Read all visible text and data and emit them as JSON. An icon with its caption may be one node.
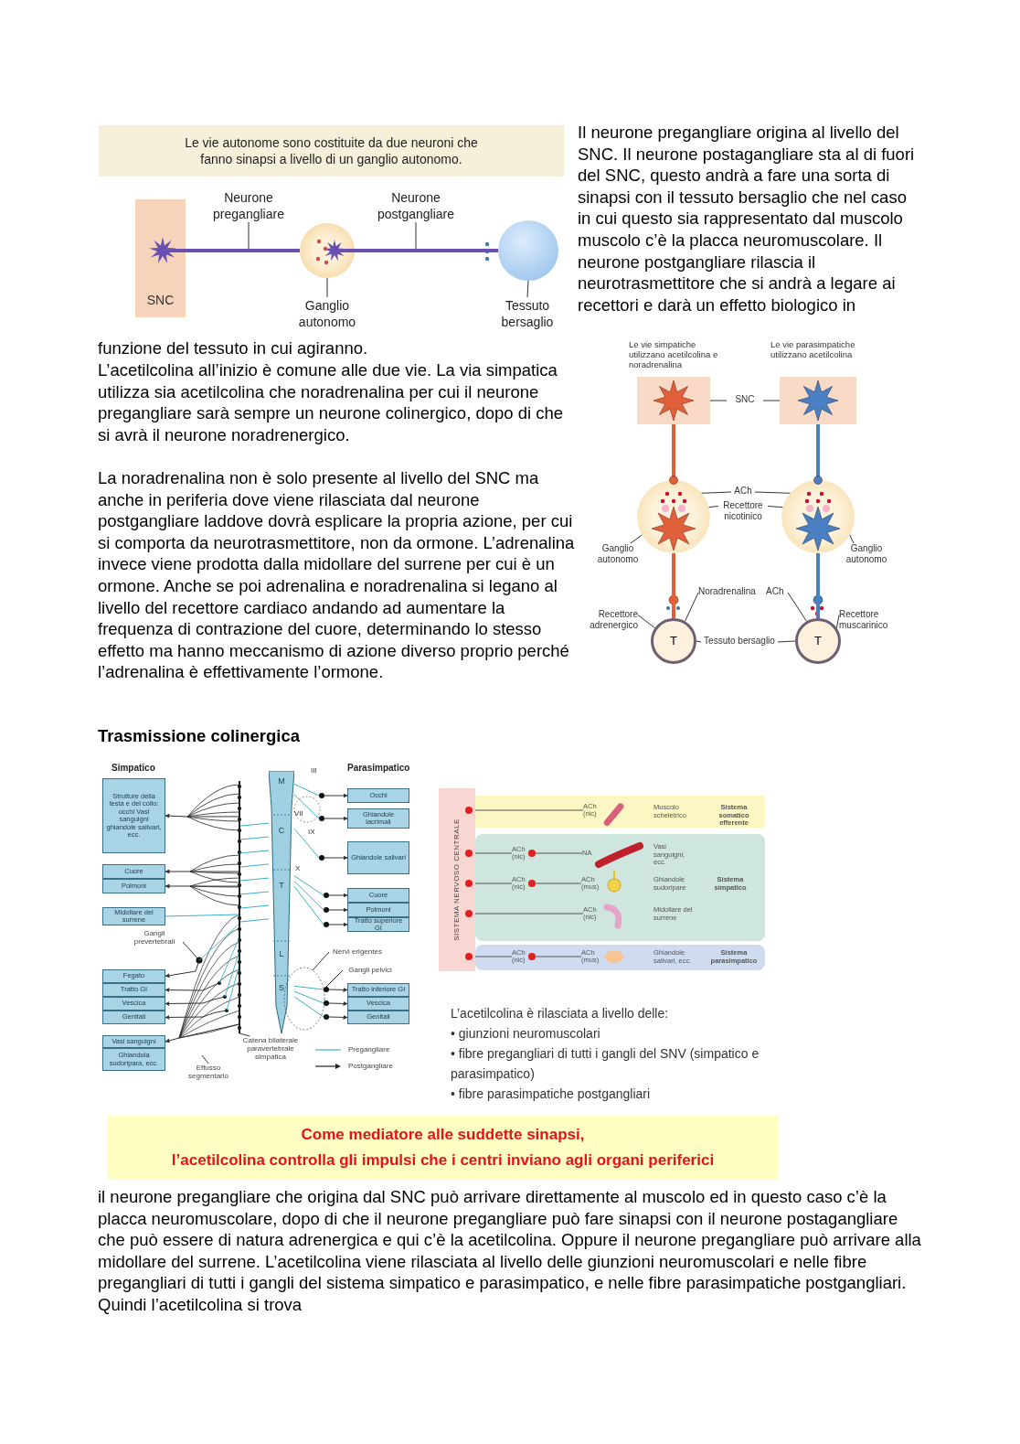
{
  "diagram": {
    "nodes": [
      {
        "text": [
          "Le vie autonome sono costituite da due neuroni che fanno sinapsi a livello di un ganglio autonomo."
        ]
      },
      {
        "text": [
          "SNC"
        ]
      },
      {
        "text": [],
        "shape": "circle"
      },
      {
        "text": [],
        "shape": "circle"
      },
      {
        "text": [
          "Neurone pregangliare"
        ]
      },
      {
        "text": [
          "Neurone postgangliare"
        ]
      },
      {
        "text": [
          "Ganglio autonomo"
        ]
      },
      {
        "text": [
          "Tessuto bersaglio"
        ]
      },
      {
        "text": [],
        "shape": "box"
      },
      {
        "text": [],
        "shape": "box"
      },
      {
        "text": [
          "SNC"
        ]
      },
      {
        "text": [],
        "shape": "circle"
      },
      {
        "text": [],
        "shape": "circle"
      },
      {
        "text": [
          "ACh"
        ]
      },
      {
        "text": [
          "Recettore nicotinico"
        ]
      },
      {
        "text": [
          "Ganglio autonomo"
        ]
      },
      {
        "text": [
          "Ganglio autonomo"
        ]
      },
      {
        "text": [
          "Noradrenalina"
        ]
      },
      {
        "text": [
          "ACh"
        ]
      },
      {
        "text": [
          "Recettore adrenergico"
        ]
      },
      {
        "text": [
          "Recettore muscarinico"
        ]
      },
      {
        "text": [
          "T"
        ]
      },
      {
        "text": [
          "T"
        ]
      },
      {
        "text": [
          "Tessuto bersaglio"
        ]
      },
      {
        "text": [
          "Strutture della testa e del collo: occhi Vasi sanguigni ghiandole salivari, ecc."
        ]
      },
      {
        "text": [
          "Cuore"
        ]
      },
      {
        "text": [
          "Polmoni"
        ]
      },
      {
        "text": [
          "Midollare del surrene"
        ]
      },
      {
        "text": [
          "Fegato"
        ]
      },
      {
        "text": [
          "Tratto GI"
        ]
      },
      {
        "text": [
          "Vescica"
        ]
      },
      {
        "text": [
          "Genitali"
        ]
      },
      {
        "text": [
          "Vasi sanguigni"
        ]
      },
      {
        "text": [
          "Ghiandola sudoripara, ecc."
        ]
      },
      {
        "text": [
          "M",
          "C",
          "T",
          "L",
          "S"
        ]
      },
      {
        "text": [
          "Occhi"
        ]
      },
      {
        "text": [
          "Ghiandole lacrimali"
        ]
      },
      {
        "text": [
          "Ghiandole salivari"
        ]
      },
      {
        "text": [
          "Cuore"
        ]
      },
      {
        "text": [
          "Polmoni"
        ]
      },
      {
        "text": [
          "Tratto superiore GI"
        ]
      },
      {
        "text": [
          "Tratto inferiore GI"
        ]
      },
      {
        "text": [
          "Vescica"
        ]
      },
      {
        "text": [
          "Genitali"
        ]
      },
      {
        "text": [
          "Gangli prevertebrali"
        ]
      },
      {
        "text": [
          "Catena bilaterale paravertebrale simpatica"
        ]
      },
      {
        "text": [
          "Effusso segmentario"
        ]
      },
      {
        "text": [
          "Nervi erigentes"
        ]
      },
      {
        "text": [
          "Gangli pelvici"
        ]
      },
      {
        "text": [
          "SISTEMA NERVOSO CENTRALE"
        ]
      },
      {
        "text": [
          "Muscolo scheletrico",
          "Sistema somatico efferente"
        ]
      },
      {
        "text": [
          "Vasi sanguigni, ecc.",
          "Ghiandole sudoripare",
          "Sistema simpatico",
          "Midollare del surrene"
        ]
      },
      {
        "text": [
          "Ghiandole salivari, ecc.",
          "Sistema parasimpatico"
        ]
      },
      {
        "text": [
          "ACh (nic)"
        ],
        "in": 50
      },
      {
        "text": [
          "ACh (nic)"
        ],
        "in": 51
      },
      {
        "text": [],
        "shape": "circle",
        "in": 51
      },
      {
        "text": [
          "NA"
        ],
        "in": 51
      },
      {
        "text": [
          "ACh (nic)"
        ],
        "in": 51
      },
      {
        "text": [],
        "shape": "circle",
        "in": 51
      },
      {
        "text": [
          "ACh (mus)"
        ],
        "in": 51
      },
      {
        "text": [
          "ACh (nic)"
        ],
        "in": 51
      },
      {
        "text": [
          "ACh (nic)"
        ],
        "in": 52
      },
      {
        "text": [],
        "shape": "circle",
        "in": 52
      },
      {
        "text": [
          "ACh (mus)"
        ],
        "in": 52
      },
      {
        "text": [],
        "shape": "circle"
      },
      {
        "text": [],
        "shape": "circle"
      },
      {
        "text": [],
        "shape": "circle"
      },
      {
        "text": [],
        "shape": "circle"
      },
      {
        "text": [],
        "shape": "circle"
      },
      {
        "text": [],
        "shape": "circle"
      },
      {
        "text": [],
        "shape": "circle"
      },
      {
        "text": [],
        "shape": "circle"
      },
      {
        "text": [],
        "shape": "circle"
      },
      {
        "text": [
          "Come mediatore alle suddette sinapsi,",
          "l’acetilcolina controlla gli impulsi che i centri inviano agli organi periferici"
        ]
      },
      {
        "text": [],
        "shape": "bar"
      }
    ],
    "edges": [
      {
        "from": 1,
        "to": 2,
        "arrow": "to",
        "style": "thick",
        "color": "#6a4fb3"
      },
      {
        "from": 2,
        "to": 3,
        "arrow": "to",
        "style": "thick",
        "color": "#6a4fb3"
      },
      {
        "from": 4,
        "to": null,
        "arrow": "none"
      },
      {
        "from": 5,
        "to": null,
        "arrow": "none"
      },
      {
        "from": 6,
        "to": 2,
        "arrow": "none"
      },
      {
        "from": 7,
        "to": 3,
        "arrow": "none"
      },
      {
        "from": 8,
        "to": 11,
        "arrow": "other",
        "style": "thick",
        "color": "#e0603c"
      },
      {
        "from": 11,
        "to": 21,
        "arrow": "none",
        "style": "thick",
        "color": "#e0603c"
      },
      {
        "from": 9,
        "to": 12,
        "arrow": "other",
        "style": "thick",
        "color": "#4a7fc1"
      },
      {
        "from": 12,
        "to": 22,
        "arrow": "none",
        "style": "thick",
        "color": "#4a7fc1"
      },
      {
        "from": 10,
        "to": 8,
        "arrow": "none"
      },
      {
        "from": 10,
        "to": 9,
        "arrow": "none"
      },
      {
        "from": 13,
        "to": 11,
        "arrow": "none"
      },
      {
        "from": 13,
        "to": 12,
        "arrow": "none"
      },
      {
        "from": 14,
        "to": 11,
        "arrow": "none"
      },
      {
        "from": 14,
        "to": 12,
        "arrow": "none"
      },
      {
        "from": 15,
        "to": 11,
        "arrow": "none"
      },
      {
        "from": 16,
        "to": 12,
        "arrow": "none"
      },
      {
        "from": 17,
        "to": 21,
        "arrow": "none"
      },
      {
        "from": 18,
        "to": 22,
        "arrow": "none"
      },
      {
        "from": 19,
        "to": 21,
        "arrow": "none"
      },
      {
        "from": 20,
        "to": 22,
        "arrow": "none"
      },
      {
        "from": 23,
        "to": 21,
        "arrow": "none"
      },
      {
        "from": 23,
        "to": 22,
        "arrow": "none"
      },
      {
        "from": 74,
        "to": 24,
        "arrow": "to"
      },
      {
        "from": 74,
        "to": 25,
        "arrow": "to"
      },
      {
        "from": 74,
        "to": 26,
        "arrow": "to"
      },
      {
        "from": 74,
        "to": 27,
        "arrow": "none",
        "color": "#3bb0c9"
      },
      {
        "from": null,
        "to": 28,
        "arrow": "to"
      },
      {
        "from": null,
        "to": 29,
        "arrow": "to"
      },
      {
        "from": null,
        "to": 30,
        "arrow": "to"
      },
      {
        "from": null,
        "to": 31,
        "arrow": "to"
      },
      {
        "from": 74,
        "to": 32,
        "arrow": "to"
      },
      {
        "from": 64,
        "to": 35,
        "arrow": "to"
      },
      {
        "from": 65,
        "to": 36,
        "arrow": "to"
      },
      {
        "from": 66,
        "to": 37,
        "arrow": "to"
      },
      {
        "from": 67,
        "to": 38,
        "arrow": "to"
      },
      {
        "from": 68,
        "to": 39,
        "arrow": "to"
      },
      {
        "from": 69,
        "to": 40,
        "arrow": "to"
      },
      {
        "from": 70,
        "to": 41,
        "arrow": "to"
      },
      {
        "from": 71,
        "to": 42,
        "arrow": "to"
      },
      {
        "from": 72,
        "to": 43,
        "arrow": "to"
      },
      {
        "from": 44,
        "to": null,
        "arrow": "none"
      },
      {
        "from": 45,
        "to": 74,
        "arrow": "none"
      },
      {
        "from": 46,
        "to": null,
        "arrow": "none"
      },
      {
        "from": 47,
        "to": null,
        "arrow": "none"
      },
      {
        "from": 48,
        "to": 70,
        "arrow": "none"
      },
      {
        "from": 34,
        "to": 64,
        "arrow": "none",
        "color": "#3bb0c9"
      },
      {
        "from": 34,
        "to": 65,
        "arrow": "none",
        "color": "#3bb0c9"
      },
      {
        "from": 34,
        "to": 66,
        "arrow": "none",
        "color": "#3bb0c9"
      },
      {
        "from": 34,
        "to": 67,
        "arrow": "none",
        "color": "#3bb0c9"
      },
      {
        "from": 34,
        "to": 68,
        "arrow": "none",
        "color": "#3bb0c9"
      },
      {
        "from": 34,
        "to": 69,
        "arrow": "none",
        "color": "#3bb0c9"
      },
      {
        "from": 34,
        "to": 70,
        "arrow": "none",
        "color": "#3bb0c9"
      },
      {
        "from": 34,
        "to": 71,
        "arrow": "none",
        "color": "#3bb0c9"
      },
      {
        "from": 34,
        "to": 72,
        "arrow": "none",
        "color": "#3bb0c9"
      },
      {
        "from": 34,
        "to": 74,
        "arrow": "none",
        "color": "#3bb0c9"
      },
      {
        "from": 34,
        "to": 74,
        "arrow": "none",
        "color": "#3bb0c9"
      },
      {
        "from": 34,
        "to": 74,
        "arrow": "none",
        "color": "#3bb0c9"
      },
      {
        "from": 34,
        "to": 74,
        "arrow": "none",
        "color": "#3bb0c9"
      },
      {
        "from": 34,
        "to": 74,
        "arrow": "none",
        "color": "#3bb0c9"
      },
      {
        "from": 34,
        "to": 74,
        "arrow": "none",
        "color": "#3bb0c9"
      },
      {
        "from": 34,
        "to": 74,
        "arrow": "none",
        "color": "#3bb0c9"
      },
      {
        "from": 34,
        "to": 74,
        "arrow": "none",
        "color": "#3bb0c9"
      },
      {
        "from": 49,
        "to": 53,
        "arrow": "none",
        "color": "#555555"
      },
      {
        "from": 49,
        "to": 54,
        "arrow": "none",
        "color": "#555555"
      },
      {
        "from": 55,
        "to": 56,
        "arrow": "none",
        "color": "#555555"
      },
      {
        "from": 49,
        "to": 57,
        "arrow": "none",
        "color": "#555555"
      },
      {
        "from": 58,
        "to": 59,
        "arrow": "none",
        "color": "#555555"
      },
      {
        "from": 49,
        "to": 60,
        "arrow": "none",
        "color": "#555555"
      },
      {
        "from": 49,
        "to": 61,
        "arrow": "none",
        "color": "#555555"
      },
      {
        "from": 62,
        "to": 63,
        "arrow": "none",
        "color": "#555555"
      }
    ],
    "labels": [
      "Il neurone pregangliare origina al livello del SNC. Il neurone postagangliare sta al di fuori del SNC, questo andrà a fare una sorta di sinapsi con il tessuto bersaglio che nel caso in cui questo sia rappresentato dal muscolo muscolo c’è la placca neuromuscolare. Il neurone postgangliare rilascia il neurotrasmettitore che si andrà a legare ai recettori e darà un effetto biologico in",
      "Le vie simpatiche utilizzano acetilcolina e noradrenalina",
      "Le vie parasimpatiche utilizzano acetilcolina",
      "funzione del tessuto in cui agiranno.",
      "L’acetilcolina all’inizio è comune alle due vie. La via simpatica utilizza sia acetilcolina che noradrenalina per cui il neurone pregangliare sarà sempre un neurone colinergico, dopo di che si avrà il neurone noradrenergico.",
      "La noradrenalina non è solo presente al livello del SNC ma anche in periferia dove viene rilasciata dal neurone postgangliare laddove dovrà esplicare la propria azione, per cui si comporta da neurotrasmettitore, non da ormone. L’adrenalina invece viene prodotta dalla midollare del surrene per cui è un ormone. Anche se poi adrenalina e noradrenalina si legano al livello del recettore cardiaco andando ad aumentare la frequenza di contrazione del cuore, determinando lo stesso effetto ma hanno meccanismo di azione diverso proprio perché l’adrenalina è effettivamente l’ormone.",
      "Trasmissione colinergica",
      "Simpatico",
      "Parasimpatico",
      "III",
      "VII",
      "IX",
      "X",
      "L’acetilcolina è rilasciata a livello delle:",
      "• giunzioni neuromuscolari",
      "• fibre pregangliari di tutti i gangli del SNV (simpatico e parasimpatico)",
      "• fibre parasimpatiche postgangliari",
      "il neurone pregangliare che origina dal SNC può arrivare direttamente al muscolo ed in questo caso c’è la placca neuromuscolare, dopo di che il neurone pregangliare può fare sinapsi con il neurone postagangliare che può essere di natura adrenergica e qui c’è la acetilcolina.  Oppure il neurone pregangliare può arrivare alla midollare del surrene. L’acetilcolina viene rilasciata al livello delle giunzioni neuromuscolari e nelle fibre pregangliari di tutti i gangli del sistema simpatico e parasimpatico, e nelle fibre parasimpatiche postgangliari. Quindi l’acetilcolina si trova"
    ],
    "legend": [
      {
        "text": "Pregangliare"
      },
      {
        "text": "Postgangliare"
      }
    ]
  }
}
